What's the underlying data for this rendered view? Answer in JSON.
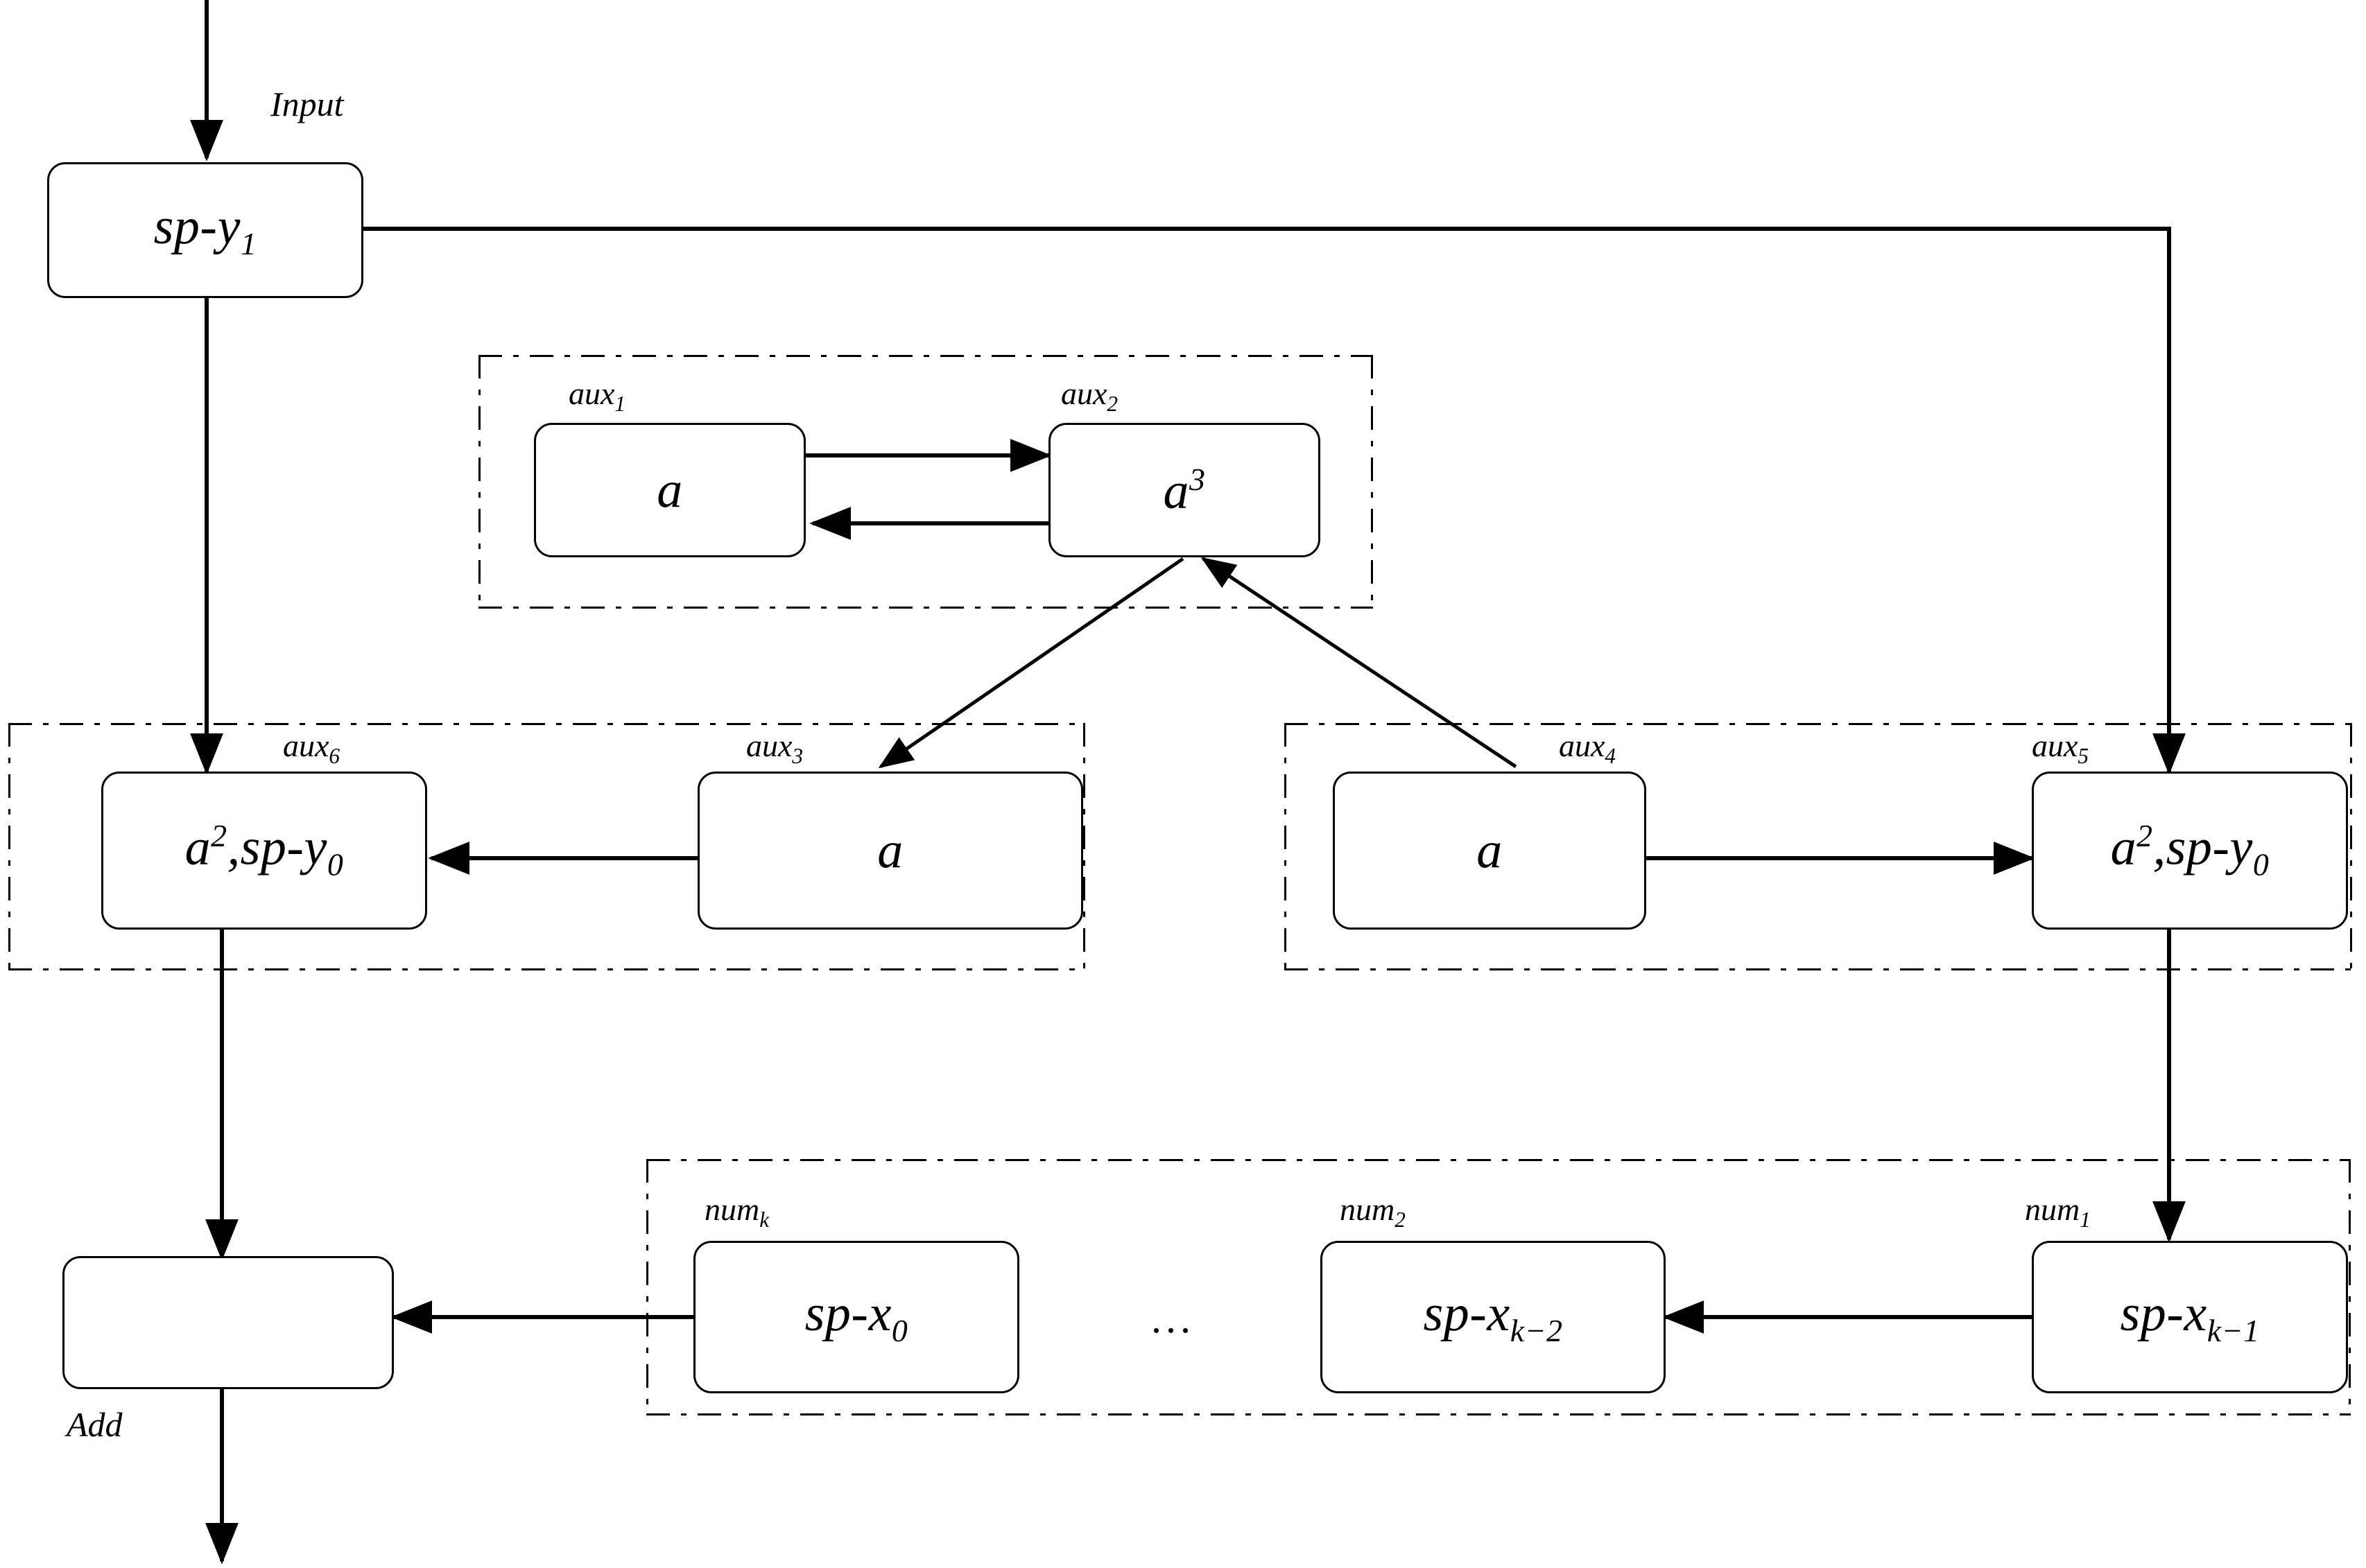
{
  "diagram": {
    "title_caption_input": "Input",
    "title_caption_add": "Add",
    "ellipsis": "...",
    "stroke_color": "#000000",
    "background_color": "#ffffff"
  },
  "nodes": {
    "sp_y1": {
      "label_html": "sp-y<sub>1</sub>",
      "text": "sp-y1"
    },
    "aux1": {
      "tag_html": "aux<sub>1</sub>",
      "tag": "aux1",
      "label_html": "a",
      "text": "a"
    },
    "aux2": {
      "tag_html": "aux<sub>2</sub>",
      "tag": "aux2",
      "label_html": "a<sup>3</sup>",
      "text": "a3"
    },
    "aux6": {
      "tag_html": "aux<sub>6</sub>",
      "tag": "aux6",
      "label_html": "a<sup>2</sup>,sp-y<sub>0</sub>",
      "text": "a2,sp-y0"
    },
    "aux3": {
      "tag_html": "aux<sub>3</sub>",
      "tag": "aux3",
      "label_html": "a",
      "text": "a"
    },
    "aux4": {
      "tag_html": "aux<sub>4</sub>",
      "tag": "aux4",
      "label_html": "a",
      "text": "a"
    },
    "aux5": {
      "tag_html": "aux<sub>5</sub>",
      "tag": "aux5",
      "label_html": "a<sup>2</sup>,sp-y<sub>0</sub>",
      "text": "a2,sp-y0"
    },
    "numk": {
      "tag_html": "num<sub>k</sub>",
      "tag": "numk",
      "label_html": "sp-x<sub>0</sub>",
      "text": "sp-x0"
    },
    "num2": {
      "tag_html": "num<sub>2</sub>",
      "tag": "num2",
      "label_html": "sp-x<sub>k−2</sub>",
      "text": "sp-xk-2"
    },
    "num1": {
      "tag_html": "num<sub>1</sub>",
      "tag": "num1",
      "label_html": "sp-x<sub>k−1</sub>",
      "text": "sp-xk-1"
    },
    "add": {
      "label_html": "",
      "text": ""
    }
  },
  "groups": {
    "aux12": {
      "members": [
        "aux1",
        "aux2"
      ]
    },
    "aux63": {
      "members": [
        "aux6",
        "aux3"
      ]
    },
    "aux45": {
      "members": [
        "aux4",
        "aux5"
      ]
    },
    "nums": {
      "members": [
        "numk",
        "num2",
        "num1"
      ]
    }
  },
  "edges": [
    {
      "from": "input",
      "to": "sp_y1",
      "kind": "arrow-down"
    },
    {
      "from": "sp_y1",
      "to": "aux6",
      "kind": "arrow-down"
    },
    {
      "from": "sp_y1",
      "to": "aux5",
      "kind": "arrow-right-down"
    },
    {
      "from": "aux1",
      "to": "aux2",
      "kind": "arrow-right"
    },
    {
      "from": "aux2",
      "to": "aux1",
      "kind": "arrow-left"
    },
    {
      "from": "aux2",
      "to": "aux3",
      "kind": "arrow-diagonal-down-left"
    },
    {
      "from": "aux4",
      "to": "aux2",
      "kind": "arrow-diagonal-up-left"
    },
    {
      "from": "aux3",
      "to": "aux6",
      "kind": "arrow-left"
    },
    {
      "from": "aux4",
      "to": "aux5",
      "kind": "arrow-right"
    },
    {
      "from": "aux6",
      "to": "add",
      "kind": "arrow-down"
    },
    {
      "from": "aux5",
      "to": "num1",
      "kind": "arrow-down"
    },
    {
      "from": "num1",
      "to": "num2",
      "kind": "arrow-left"
    },
    {
      "from": "numk",
      "to": "add",
      "kind": "arrow-left"
    },
    {
      "from": "add",
      "to": "output",
      "kind": "arrow-down"
    }
  ]
}
